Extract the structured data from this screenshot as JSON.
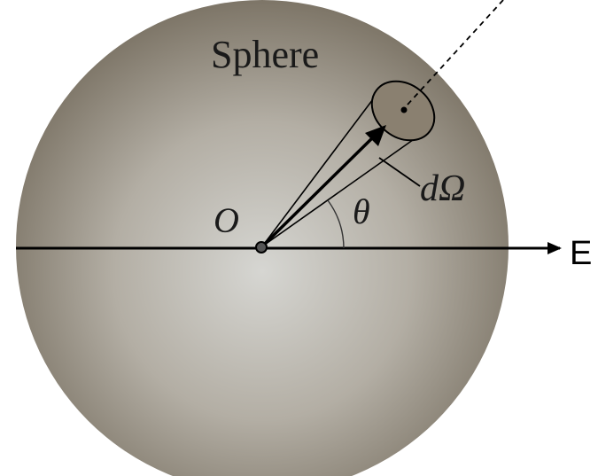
{
  "labels": {
    "sphere": "Sphere",
    "origin": "O",
    "angle": "θ",
    "solid_angle": "dΩ",
    "field": "E"
  },
  "colors": {
    "sphere_center": "#d6d6d2",
    "sphere_edge": "#7d7567",
    "cone_cap": "#8a8070",
    "line": "#000000"
  }
}
